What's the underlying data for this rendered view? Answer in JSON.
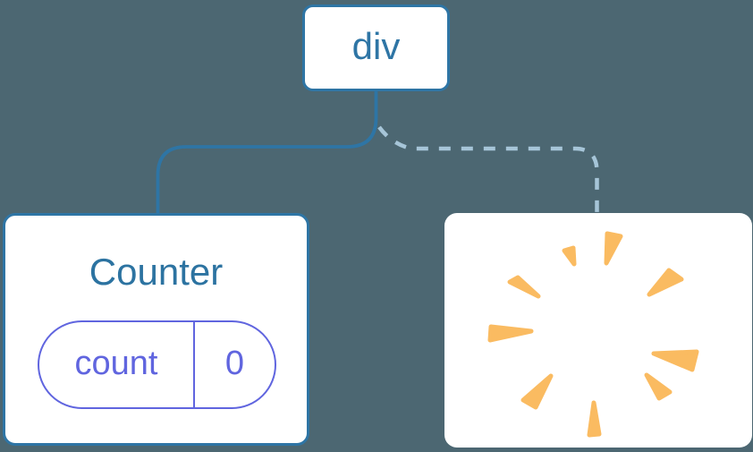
{
  "diagram": {
    "title": "react-state-tree-diagram",
    "background_color": "#4C6772",
    "colors": {
      "node_border_blue": "#2E75A5",
      "dashed_edge_blue": "#A6C5D8",
      "state_purple": "#6065DF",
      "poof_orange": "#FABB61",
      "card_background": "#FFFFFF"
    },
    "tree": {
      "root": {
        "label": "div"
      },
      "children": [
        {
          "type": "component-node",
          "title": "Counter",
          "state": {
            "key": "count",
            "value": "0"
          },
          "edge_style": "solid"
        },
        {
          "type": "removed-node",
          "icon": "poof-burst-icon",
          "edge_style": "dashed"
        }
      ]
    }
  }
}
